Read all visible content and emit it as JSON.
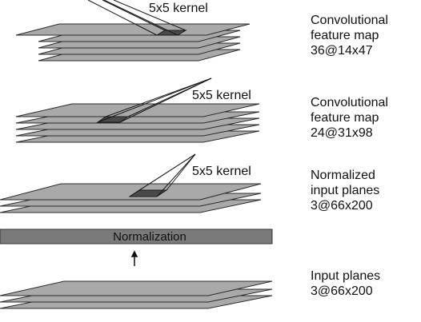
{
  "kernels": [
    "5x5 kernel",
    "5x5 kernel",
    "5x5 kernel"
  ],
  "normalization_label": "Normalization",
  "layers": [
    {
      "line1": "Convolutional",
      "line2": "feature map",
      "line3": "36@14x47"
    },
    {
      "line1": "Convolutional",
      "line2": "feature map",
      "line3": "24@31x98"
    },
    {
      "line1": "Normalized",
      "line2": "input planes",
      "line3": "3@66x200"
    },
    {
      "line1": "Input planes",
      "line2": "3@66x200",
      "line3": ""
    }
  ]
}
